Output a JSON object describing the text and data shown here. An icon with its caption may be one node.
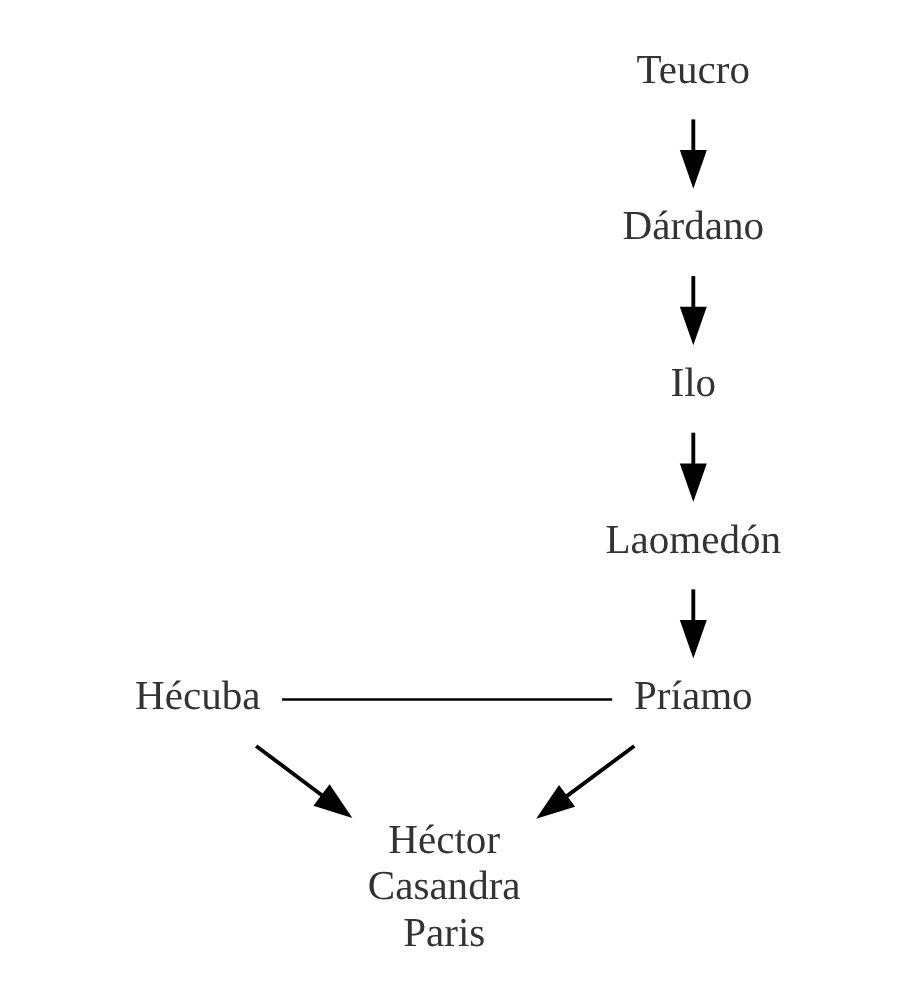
{
  "diagram": {
    "nodes": [
      {
        "text": [
          "Teucro"
        ]
      },
      {
        "text": [
          "Dárdano"
        ]
      },
      {
        "text": [
          "Ilo"
        ]
      },
      {
        "text": [
          "Laomedón"
        ]
      },
      {
        "text": [
          "Hécuba"
        ]
      },
      {
        "text": [
          "Príamo"
        ]
      },
      {
        "text": [
          "Héctor",
          "Casandra",
          "Paris"
        ]
      }
    ],
    "edges": [
      {
        "from": 0,
        "to": 1,
        "arrow": "to"
      },
      {
        "from": 1,
        "to": 2,
        "arrow": "to"
      },
      {
        "from": 2,
        "to": 3,
        "arrow": "to"
      },
      {
        "from": 3,
        "to": 5,
        "arrow": "to"
      },
      {
        "from": 4,
        "to": 5,
        "arrow": "none"
      },
      {
        "from": 4,
        "to": 6,
        "arrow": "to"
      },
      {
        "from": 5,
        "to": 6,
        "arrow": "to"
      }
    ]
  }
}
